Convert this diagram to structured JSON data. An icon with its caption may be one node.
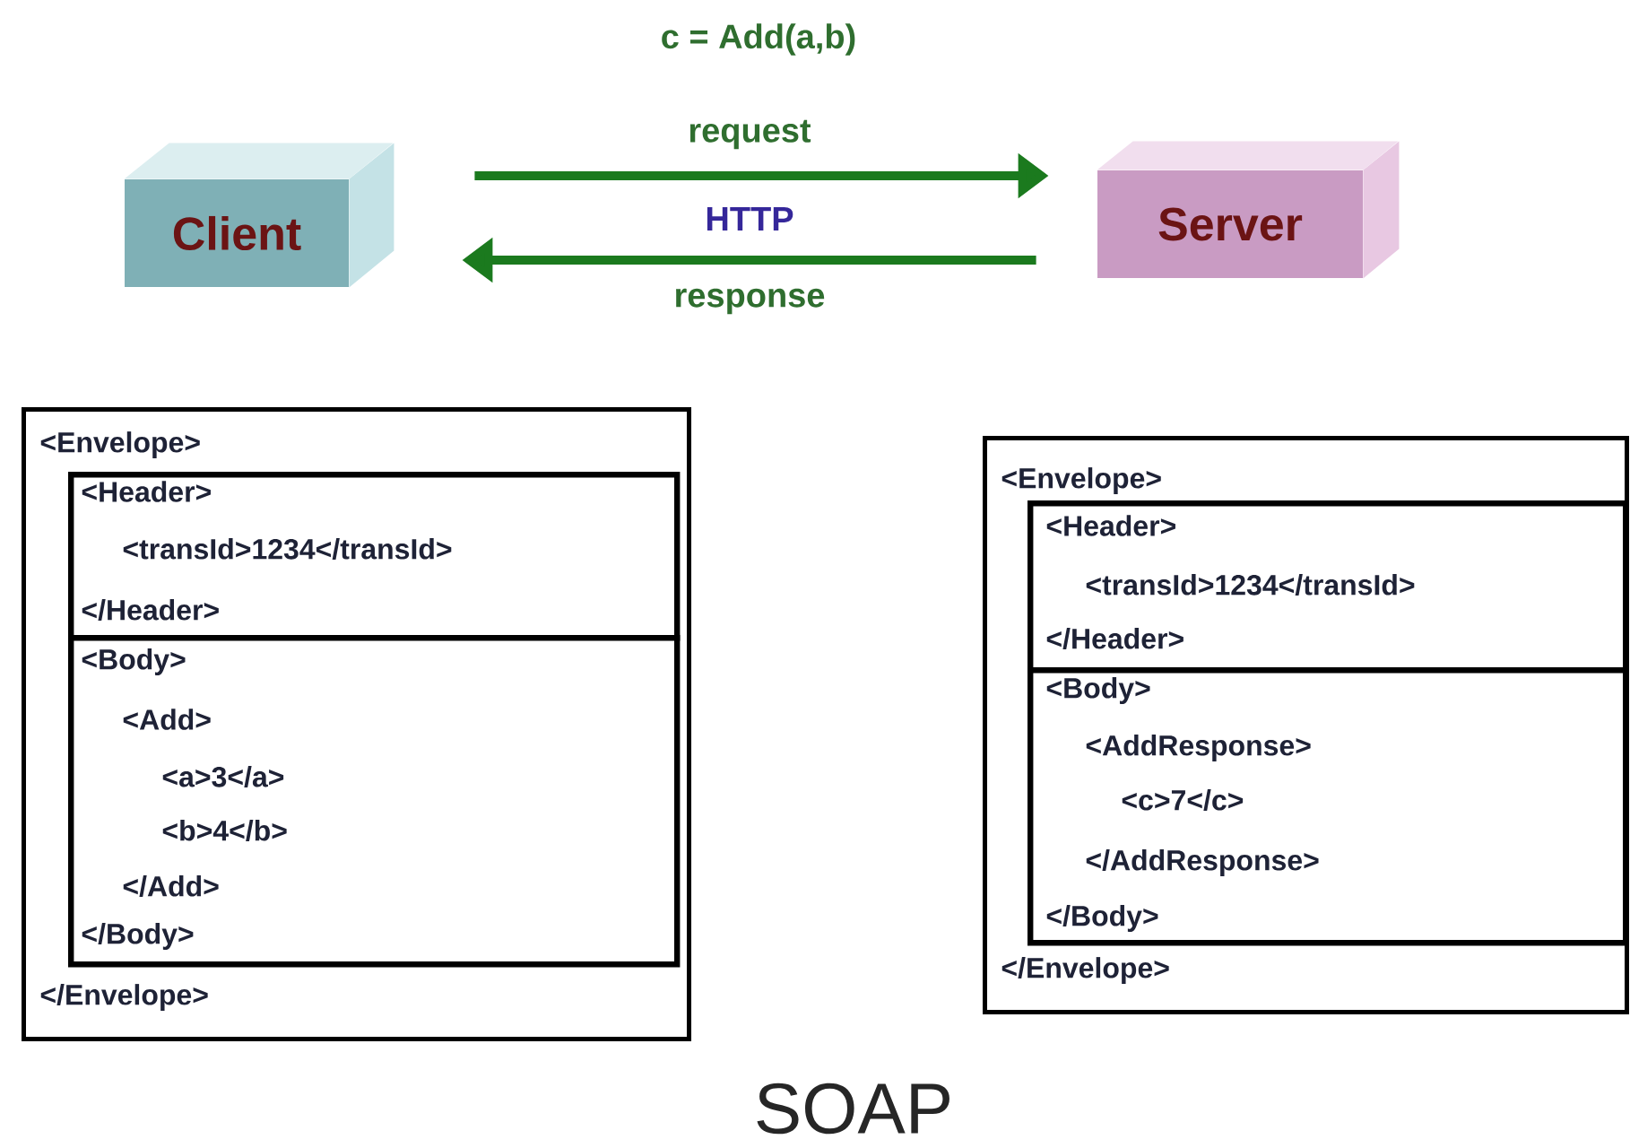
{
  "diagram": {
    "caption": "SOAP",
    "nodes": [
      {
        "text": [
          "Client"
        ]
      },
      {
        "text": [
          "Server"
        ]
      },
      {
        "text": [
          "<Envelope>",
          "</Envelope>"
        ]
      },
      {
        "text": [
          "<Header>",
          "<transId>1234</transId>",
          "</Header>"
        ],
        "in": 2
      },
      {
        "text": [
          "<Body>",
          "<Add>",
          "<a>3</a>",
          "<b>4</b>",
          "</Add>",
          "</Body>"
        ],
        "in": 2
      },
      {
        "text": [
          "<Envelope>",
          "</Envelope>"
        ]
      },
      {
        "text": [
          "<Header>",
          "<transId>1234</transId>",
          "</Header>"
        ],
        "in": 5
      },
      {
        "text": [
          "<Body>",
          "<AddResponse>",
          "<c>7</c>",
          "</AddResponse>",
          "</Body>"
        ],
        "in": 5
      }
    ],
    "edges": [
      {
        "from": 0,
        "to": 1,
        "arrow": "to",
        "label": "request"
      },
      {
        "from": 1,
        "to": 0,
        "arrow": "to",
        "label": "response"
      }
    ],
    "labels": [
      "c = Add(a,b)",
      "HTTP"
    ]
  }
}
